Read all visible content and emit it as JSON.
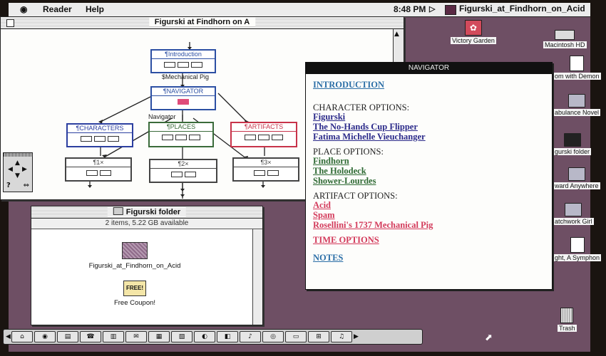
{
  "menubar": {
    "apple_icon": "apple-icon",
    "items": [
      "Reader",
      "Help"
    ],
    "clock": "8:48 PM",
    "active_app": "Figurski_at_Findhorn_on_Acid"
  },
  "reader_window": {
    "title": "Figurski at Findhorn on A",
    "nodes": {
      "introduction": "¶Introduction",
      "navigator": "¶NAVIGATOR",
      "characters": "¶CHARACTERS",
      "places": "¶PLACES",
      "artifacts": "¶ARTIFACTS",
      "c1": "¶1×",
      "c2": "¶2×",
      "c3": "¶3×"
    },
    "annotations": {
      "mechanical_pig": "$Mechanical Pig",
      "navigator_text": "Navigator"
    }
  },
  "nav_palette": {
    "help": "?",
    "toggle": "⇔"
  },
  "navigator_window": {
    "title": "NAVIGATOR",
    "introduction": "INTRODUCTION",
    "character_header": "CHARACTER OPTIONS:",
    "characters": [
      "Figurski",
      "The No-Hands Cup Flipper",
      "Fatima Michelle Vieuchanger"
    ],
    "place_header": "PLACE OPTIONS:",
    "places": [
      "Findhorn",
      "The Holodeck",
      "Shower-Lourdes"
    ],
    "artifact_header": "ARTIFACT OPTIONS:",
    "artifacts": [
      "Acid",
      "Spam",
      "Rosellini's 1737 Mechanical Pig"
    ],
    "time_options": "TIME OPTIONS",
    "notes": "NOTES",
    "colors": {
      "blue": "#2c6fa7",
      "navy": "#2b2a8a",
      "green": "#2f6a34",
      "red": "#d33a5b"
    }
  },
  "folder_window": {
    "title": "Figurski folder",
    "info": "2 items, 5.22 GB available",
    "files": [
      {
        "name": "Figurski_at_Findhorn_on_Acid",
        "icon": "document-icon"
      },
      {
        "name": "Free Coupon!",
        "icon": "coupon-icon",
        "badge": "FREE!"
      }
    ]
  },
  "desktop": {
    "icons": [
      {
        "label": "Victory Garden",
        "icon": "victory-garden-icon"
      },
      {
        "label": "Macintosh HD",
        "icon": "hard-drive-icon"
      },
      {
        "label": "om with Demon",
        "icon": "document-icon"
      },
      {
        "label": "abulance Novel",
        "icon": "folder-icon"
      },
      {
        "label": "gurski folder",
        "icon": "folder-icon"
      },
      {
        "label": "ward Anywhere",
        "icon": "folder-icon"
      },
      {
        "label": "atchwork Girl",
        "icon": "folder-icon"
      },
      {
        "label": "ght, A Symphon",
        "icon": "document-icon"
      },
      {
        "label": "Trash",
        "icon": "trash-icon"
      }
    ]
  },
  "control_strip": {
    "modules": [
      "⌂",
      "◉",
      "▤",
      "☎",
      "▥",
      "✉",
      "▦",
      "▧",
      "◐",
      "◧",
      "♪",
      "◎",
      "▭",
      "⊞",
      "♫"
    ]
  }
}
